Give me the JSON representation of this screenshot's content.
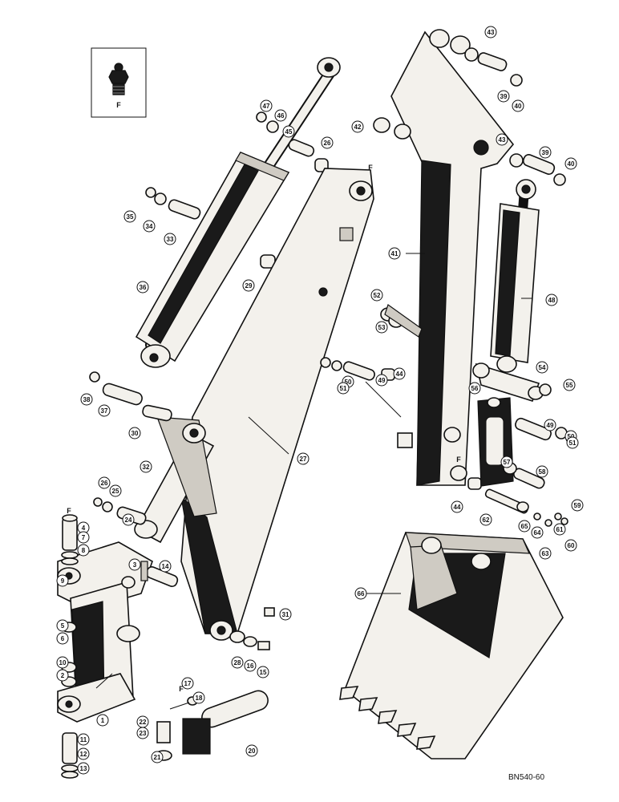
{
  "legend": {
    "fitting_label": "F"
  },
  "fitting_marks": [
    "F",
    "F",
    "F",
    "F"
  ],
  "drawing_code": "BN540-60",
  "callouts": [
    "1",
    "2",
    "3",
    "4",
    "5",
    "6",
    "7",
    "8",
    "9",
    "10",
    "11",
    "12",
    "13",
    "14",
    "15",
    "16",
    "17",
    "18",
    "20",
    "21",
    "22",
    "23",
    "24",
    "25",
    "26",
    "26",
    "27",
    "28",
    "29",
    "30",
    "31",
    "32",
    "33",
    "34",
    "35",
    "36",
    "37",
    "38",
    "39",
    "39",
    "40",
    "40",
    "41",
    "42",
    "43",
    "43",
    "44",
    "44",
    "45",
    "46",
    "47",
    "48",
    "49",
    "49",
    "50",
    "50",
    "51",
    "51",
    "52",
    "53",
    "54",
    "55",
    "56",
    "57",
    "58",
    "59",
    "60",
    "61",
    "62",
    "63",
    "64",
    "65",
    "66"
  ]
}
